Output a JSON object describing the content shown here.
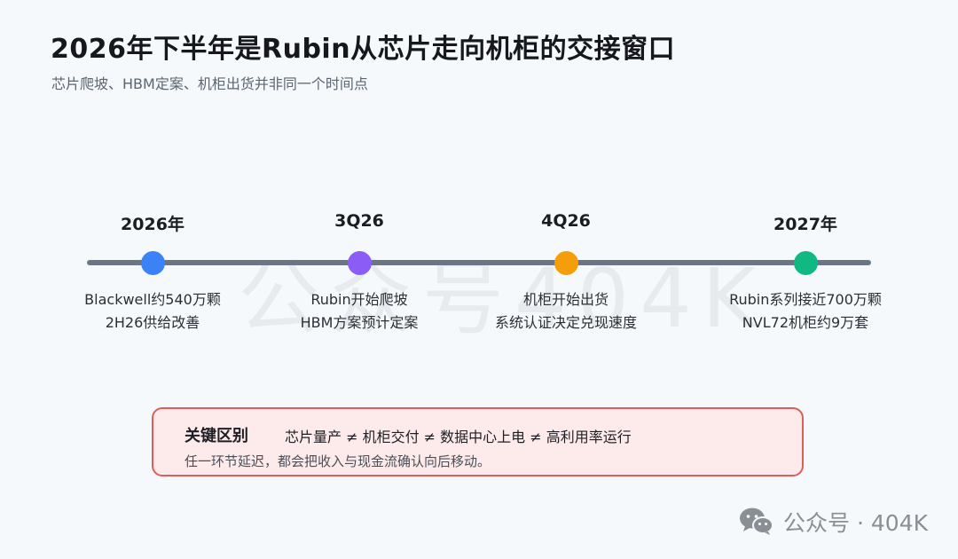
{
  "header": {
    "title": "2026年下半年是Rubin从芯片走向机柜的交接窗口",
    "subtitle": "芯片爬坡、HBM定案、机柜出货并非同一个时间点"
  },
  "watermark": {
    "center_text": "公众号404K",
    "footer_text": "公众号 · 404K",
    "footer_icon": "wechat-icon"
  },
  "timeline": {
    "milestones": [
      {
        "label": "2026年",
        "color": "#3b82f6",
        "lines": [
          "Blackwell约540万颗",
          "2H26供给改善"
        ]
      },
      {
        "label": "3Q26",
        "color": "#8b5cf6",
        "lines": [
          "Rubin开始爬坡",
          "HBM方案预计定案"
        ]
      },
      {
        "label": "4Q26",
        "color": "#f59e0b",
        "lines": [
          "机柜开始出货",
          "系统认证决定兑现速度"
        ]
      },
      {
        "label": "2027年",
        "color": "#10b981",
        "lines": [
          "Rubin系列接近700万颗",
          "NVL72机柜约9万套"
        ]
      }
    ]
  },
  "callout": {
    "heading": "关键区别",
    "equation": "芯片量产 ≠ 机柜交付 ≠ 数据中心上电 ≠ 高利用率运行",
    "note": "任一环节延迟，都会把收入与现金流确认向后移动。"
  }
}
